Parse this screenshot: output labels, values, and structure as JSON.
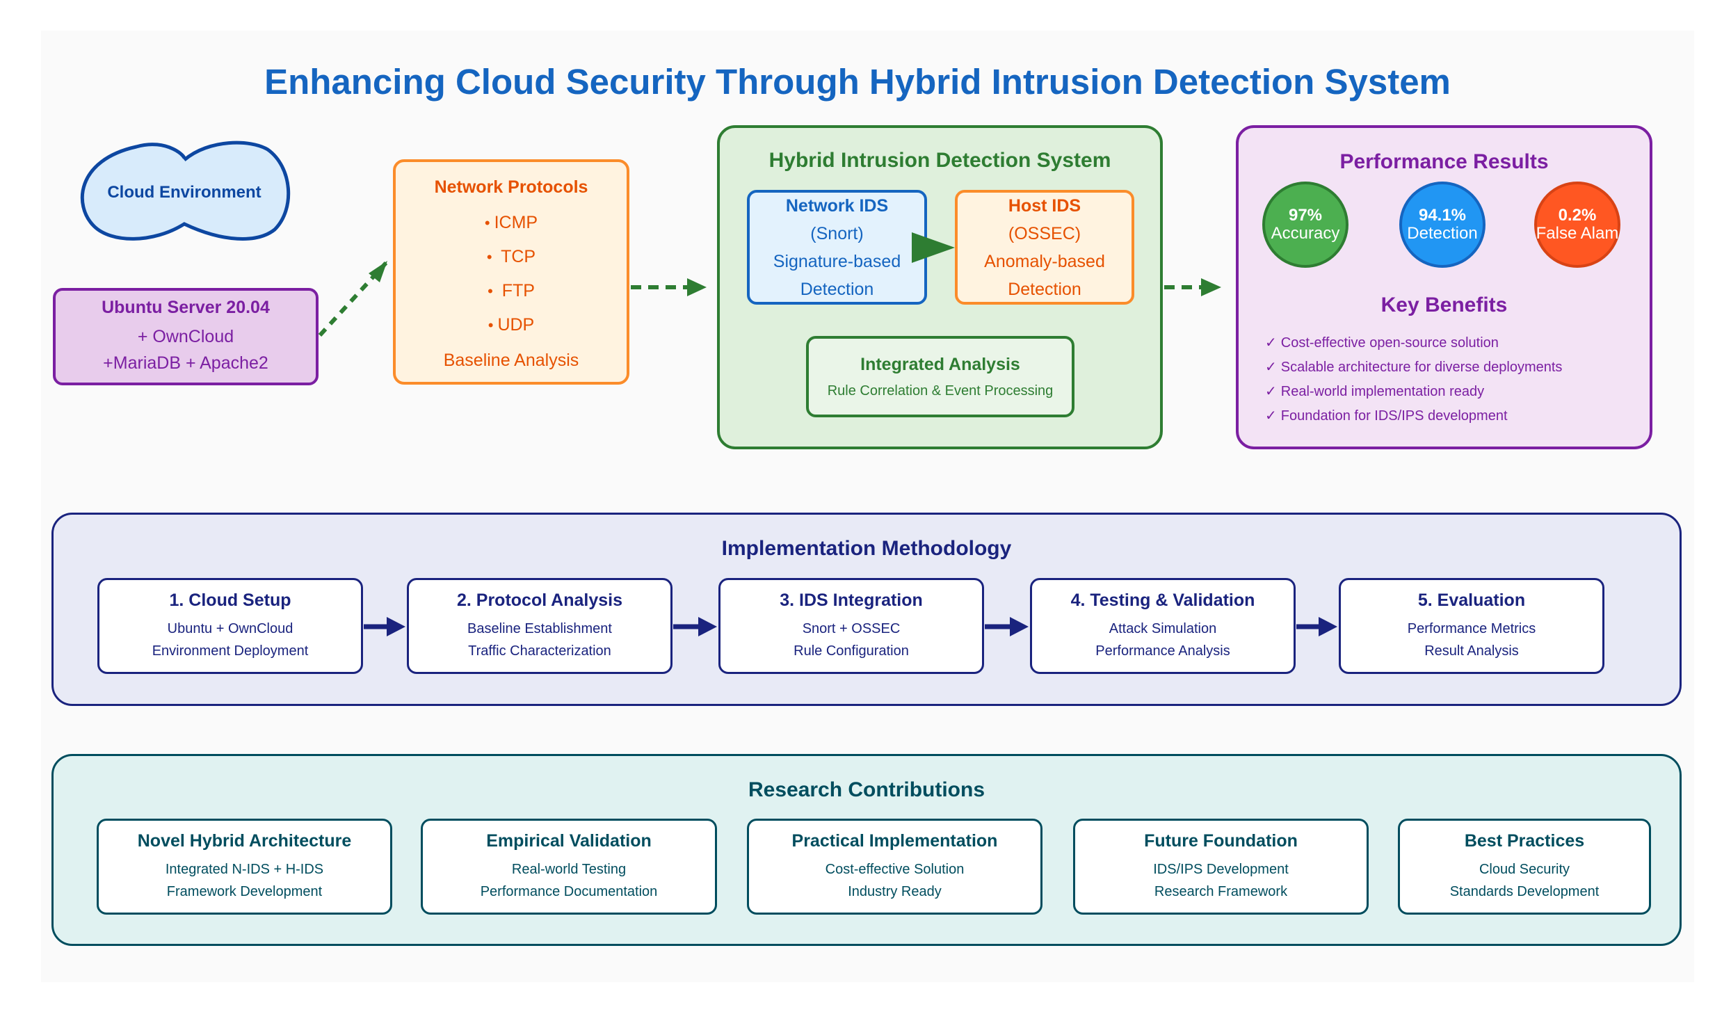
{
  "title": "Enhancing Cloud Security Through Hybrid Intrusion Detection System",
  "colors": {
    "title": "#1565c0",
    "arrow_green": "#2e7d32",
    "arrow_navy": "#1a237e",
    "accuracy": "#4caf50",
    "detection": "#2196f3",
    "false_alarm": "#ff5722"
  },
  "cloud": {
    "label": "Cloud Environment"
  },
  "server": {
    "title": "Ubuntu Server 20.04",
    "lines": [
      "+ OwnCloud",
      "+MariaDB + Apache2"
    ]
  },
  "protocols": {
    "title": "Network Protocols",
    "items": [
      "ICMP",
      "TCP",
      "FTP",
      "UDP"
    ],
    "footer": "Baseline Analysis"
  },
  "hybrid": {
    "title": "Hybrid Intrusion Detection System",
    "network_ids": {
      "title": "Network IDS",
      "lines": [
        "(Snort)",
        "Signature-based",
        "Detection"
      ]
    },
    "host_ids": {
      "title": "Host IDS",
      "lines": [
        "(OSSEC)",
        "Anomaly-based",
        "Detection"
      ]
    },
    "integrated": {
      "title": "Integrated Analysis",
      "subtitle": "Rule Correlation & Event Processing"
    }
  },
  "performance": {
    "title": "Performance Results",
    "metrics": [
      {
        "value": "97%",
        "label": "Accuracy"
      },
      {
        "value": "94.1%",
        "label": "Detection"
      },
      {
        "value": "0.2%",
        "label": "False Alam"
      }
    ],
    "benefits_title": "Key Benefits",
    "check_icon": "✓",
    "benefits": [
      "Cost-effective open-source solution",
      "Scalable architecture for diverse deployments",
      "Real-world implementation ready",
      "Foundation for IDS/IPS development"
    ]
  },
  "methodology": {
    "title": "Implementation Methodology",
    "steps": [
      {
        "title": "1. Cloud Setup",
        "lines": [
          "Ubuntu + OwnCloud",
          "Environment Deployment"
        ]
      },
      {
        "title": "2. Protocol Analysis",
        "lines": [
          "Baseline Establishment",
          "Traffic Characterization"
        ]
      },
      {
        "title": "3. IDS Integration",
        "lines": [
          "Snort + OSSEC",
          "Rule Configuration"
        ]
      },
      {
        "title": "4. Testing & Validation",
        "lines": [
          "Attack Simulation",
          "Performance Analysis"
        ]
      },
      {
        "title": "5. Evaluation",
        "lines": [
          "Performance Metrics",
          "Result Analysis"
        ]
      }
    ]
  },
  "contributions": {
    "title": "Research Contributions",
    "cards": [
      {
        "title": "Novel Hybrid Architecture",
        "lines": [
          "Integrated N-IDS + H-IDS",
          "Framework Development"
        ]
      },
      {
        "title": "Empirical Validation",
        "lines": [
          "Real-world Testing",
          "Performance Documentation"
        ]
      },
      {
        "title": "Practical Implementation",
        "lines": [
          "Cost-effective Solution",
          "Industry Ready"
        ]
      },
      {
        "title": "Future Foundation",
        "lines": [
          "IDS/IPS Development",
          "Research Framework"
        ]
      },
      {
        "title": "Best Practices",
        "lines": [
          "Cloud Security",
          "Standards Development"
        ]
      }
    ]
  }
}
